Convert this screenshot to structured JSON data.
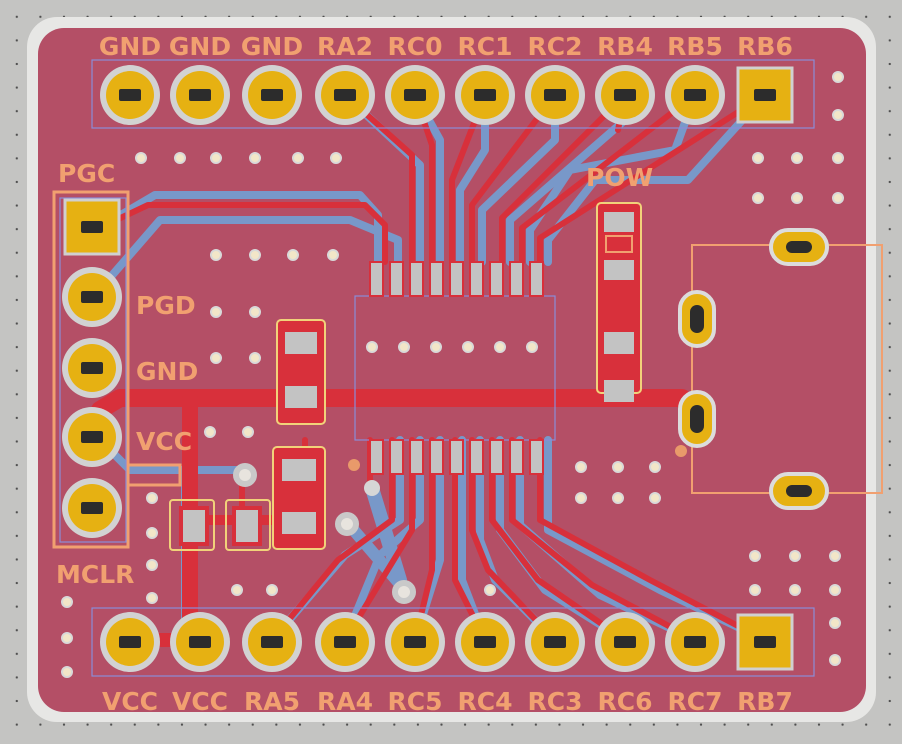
{
  "colors": {
    "board": "#b44f66",
    "outline": "#e7e7e5",
    "copper_front": "#d8303b",
    "copper_back": "#7898c9",
    "pad_ring": "#e6b112",
    "pad_hole": "#2c2c2c",
    "silkscreen": "#f1a070",
    "smd_pad": "#c3c3c3",
    "via_ring": "#d9d9d9"
  },
  "connectors": {
    "top_header": {
      "pins": [
        "GND",
        "GND",
        "GND",
        "RA2",
        "RC0",
        "RC1",
        "RC2",
        "RB4",
        "RB5",
        "RB6"
      ]
    },
    "bottom_header": {
      "pins": [
        "VCC",
        "VCC",
        "RA5",
        "RA4",
        "RC5",
        "RC4",
        "RC3",
        "RC6",
        "RC7",
        "RB7"
      ]
    },
    "icsp_header": {
      "pins": [
        "PGC",
        "PGD",
        "GND",
        "VCC",
        "MCLR"
      ]
    }
  },
  "component_labels": {
    "power_led": "POW"
  }
}
